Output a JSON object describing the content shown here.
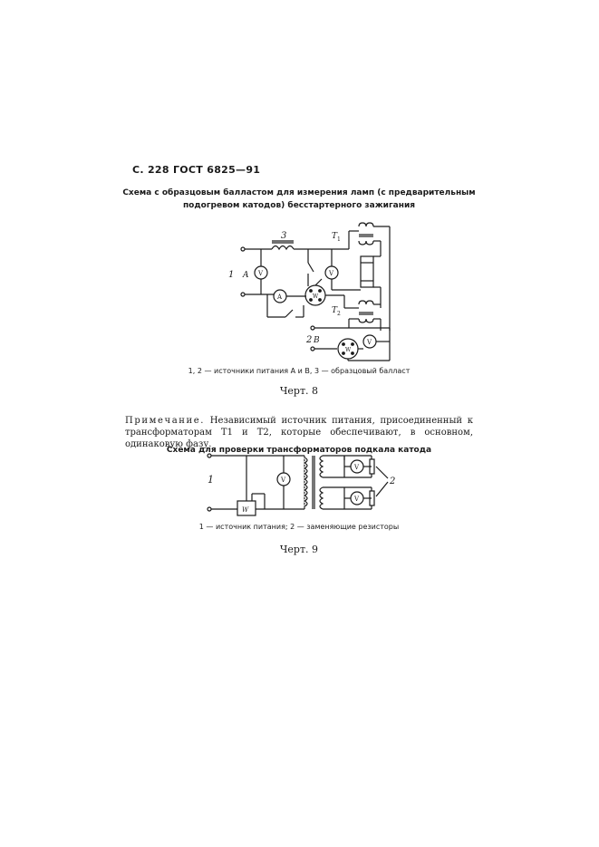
{
  "header": "С. 228 ГОСТ 6825—91",
  "figure8": {
    "title_line1": "Схема с образцовым балластом для измерения ламп (с предварительным",
    "title_line2": "подогревом катодов) бесстартерного зажигания",
    "labels": {
      "l1": "1",
      "lA": "A",
      "l3": "3",
      "lT1": "T",
      "lT1sub": "1",
      "lT2": "T",
      "lT2sub": "2",
      "l2": "2",
      "lB": "B",
      "V": "V",
      "A_meter": "A",
      "W": "W"
    },
    "caption": "1, 2 — источники питания A и B, 3 — образцовый балласт",
    "chert": "Черт. 8"
  },
  "note": {
    "label": "Примечание.",
    "text": "Независимый источник питания, присоединенный к трансформаторам T1 и T2, которые обеспечивают, в основном, одинаковую фазу."
  },
  "figure9": {
    "title": "Схема для проверки трансформаторов подкала катода",
    "labels": {
      "l1": "1",
      "l2": "2",
      "V": "V",
      "W": "W"
    },
    "caption": "1 — источник питания; 2 — заменяющие резисторы",
    "chert": "Черт. 9"
  }
}
